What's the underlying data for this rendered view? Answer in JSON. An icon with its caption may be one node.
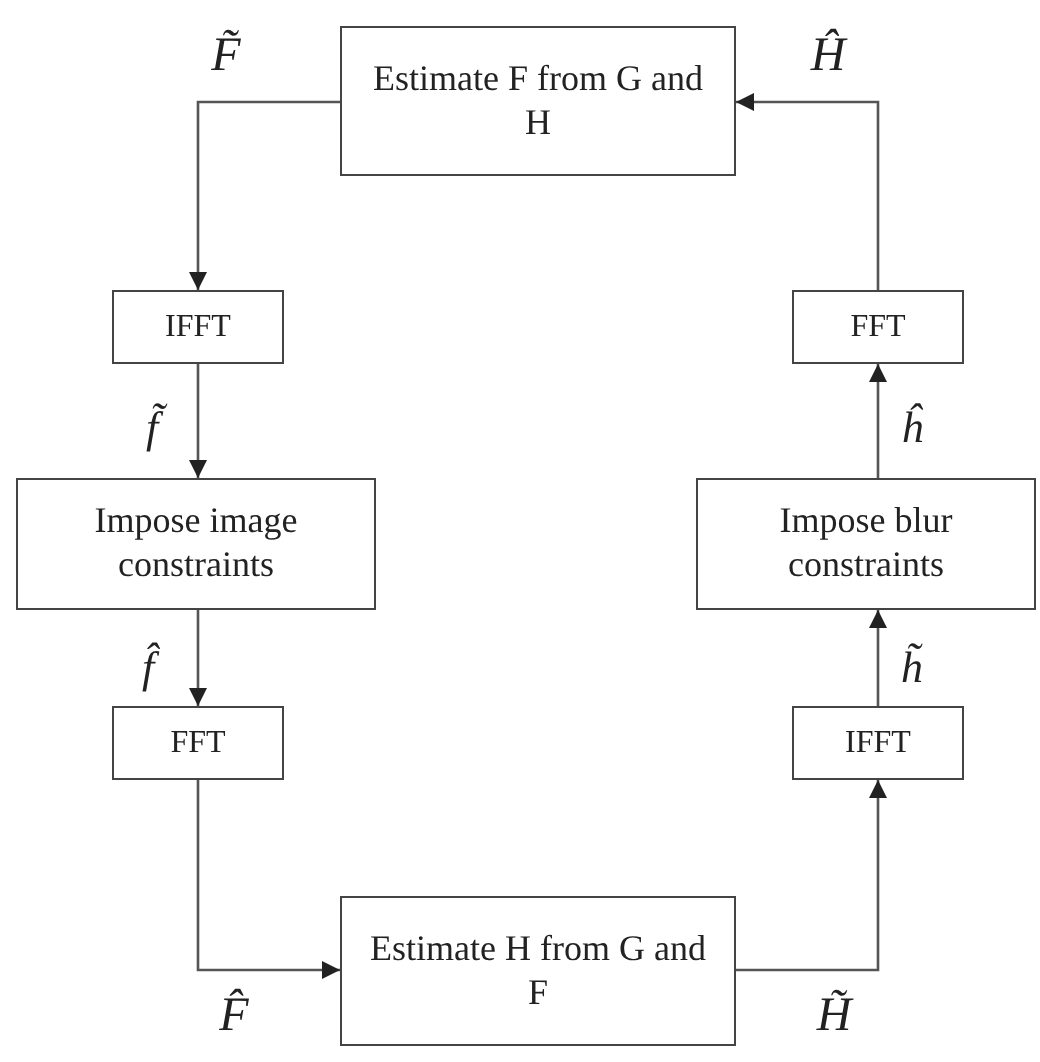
{
  "diagram": {
    "nodes": [
      {
        "text": [
          "Estimate F from G and H"
        ]
      },
      {
        "text": [
          "IFFT"
        ]
      },
      {
        "text": [
          "FFT"
        ]
      },
      {
        "text": [
          "Impose image constraints"
        ]
      },
      {
        "text": [
          "Impose blur constraints"
        ]
      },
      {
        "text": [
          "FFT"
        ]
      },
      {
        "text": [
          "IFFT"
        ]
      },
      {
        "text": [
          "Estimate H from G and F"
        ]
      }
    ],
    "edges": [
      {
        "from": 0,
        "to": 1,
        "arrow": "to",
        "label": "F̃"
      },
      {
        "from": 1,
        "to": 3,
        "arrow": "to",
        "label": "f̃"
      },
      {
        "from": 3,
        "to": 5,
        "arrow": "to",
        "label": "f̂"
      },
      {
        "from": 5,
        "to": 7,
        "arrow": "to",
        "label": "F̂"
      },
      {
        "from": 7,
        "to": 6,
        "arrow": "to",
        "label": "H̃"
      },
      {
        "from": 6,
        "to": 4,
        "arrow": "to",
        "label": "h̃"
      },
      {
        "from": 4,
        "to": 2,
        "arrow": "to",
        "label": "ĥ"
      },
      {
        "from": 2,
        "to": 0,
        "arrow": "to",
        "label": "Ĥ"
      }
    ]
  }
}
